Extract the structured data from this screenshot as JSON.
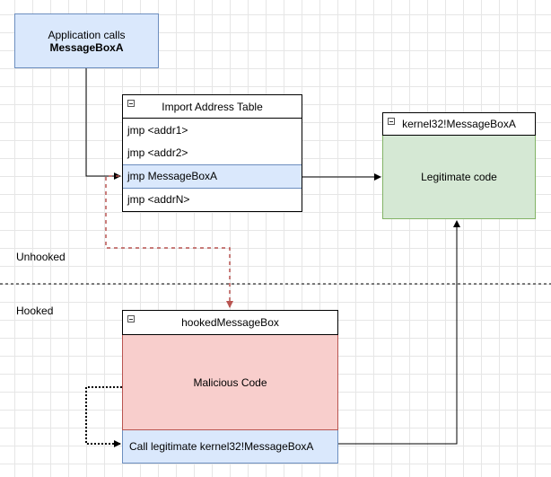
{
  "app_box": {
    "line1": "Application calls",
    "line2": "MessageBoxA"
  },
  "iat": {
    "title": "Import Address Table",
    "rows": [
      "jmp <addr1>",
      "jmp <addr2>",
      "jmp MessageBoxA",
      "jmp <addrN>"
    ]
  },
  "kernel": {
    "title": "kernel32!MessageBoxA",
    "body": "Legitimate code"
  },
  "hooked": {
    "title": "hookedMessageBox",
    "body": "Malicious Code",
    "call": "Call legitimate kernel32!MessageBoxA"
  },
  "sections": {
    "unhooked": "Unhooked",
    "hooked": "Hooked"
  },
  "colors": {
    "blue_fill": "#dae8fc",
    "green_fill": "#d5e8d4",
    "red_fill": "#f8cecc",
    "hook_arrow": "#b85450"
  }
}
